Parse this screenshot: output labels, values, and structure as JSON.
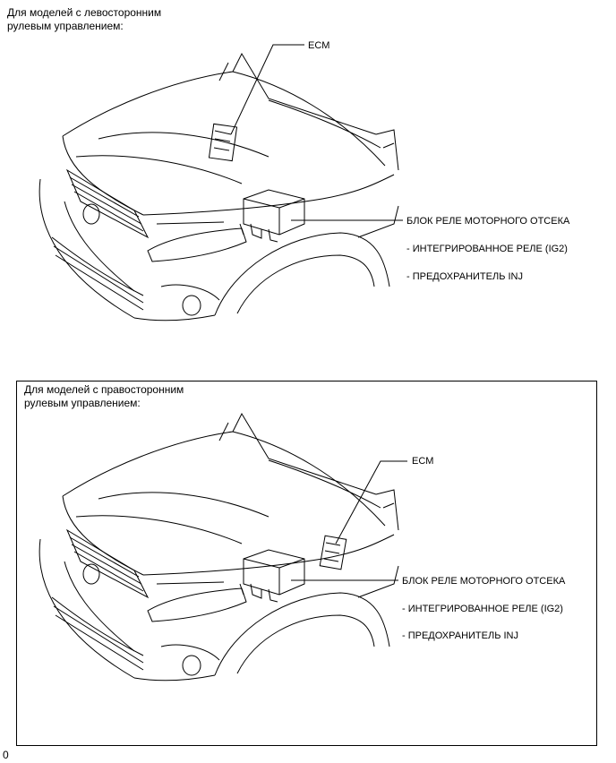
{
  "panel_lhd": {
    "title": "Для моделей с левосторонним\nрулевым управлением:",
    "ecm_label": "ECM",
    "relay_block_label": "БЛОК РЕЛЕ МОТОРНОГО ОТСЕКА",
    "relay_item_1": "- ИНТЕГРИРОВАННОЕ РЕЛЕ (IG2)",
    "relay_item_2": "- ПРЕДОХРАНИТЕЛЬ INJ"
  },
  "panel_rhd": {
    "title": "Для моделей с правосторонним\nрулевым управлением:",
    "ecm_label": "ECM",
    "relay_block_label": "БЛОК РЕЛЕ МОТОРНОГО ОТСЕКА",
    "relay_item_1": "- ИНТЕГРИРОВАННОЕ РЕЛЕ (IG2)",
    "relay_item_2": "- ПРЕДОХРАНИТЕЛЬ INJ"
  },
  "footer": {
    "code": "0"
  }
}
